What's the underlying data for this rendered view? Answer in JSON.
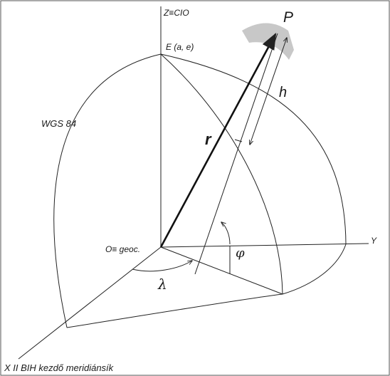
{
  "labels": {
    "z_axis": "Z≡CIO",
    "point_e": "E (a, e)",
    "point_p": "P",
    "height": "h",
    "radius": "r",
    "ellipsoid": "WGS 84",
    "origin": "O≡ geoc.",
    "y_axis": "Y",
    "latitude": "φ",
    "longitude": "λ",
    "x_axis": "X II  BIH kezdő meridiánsík"
  },
  "colors": {
    "line": "#222222",
    "frame": "#555555",
    "highlight_band": "#c8c8c8",
    "background": "#ffffff"
  }
}
